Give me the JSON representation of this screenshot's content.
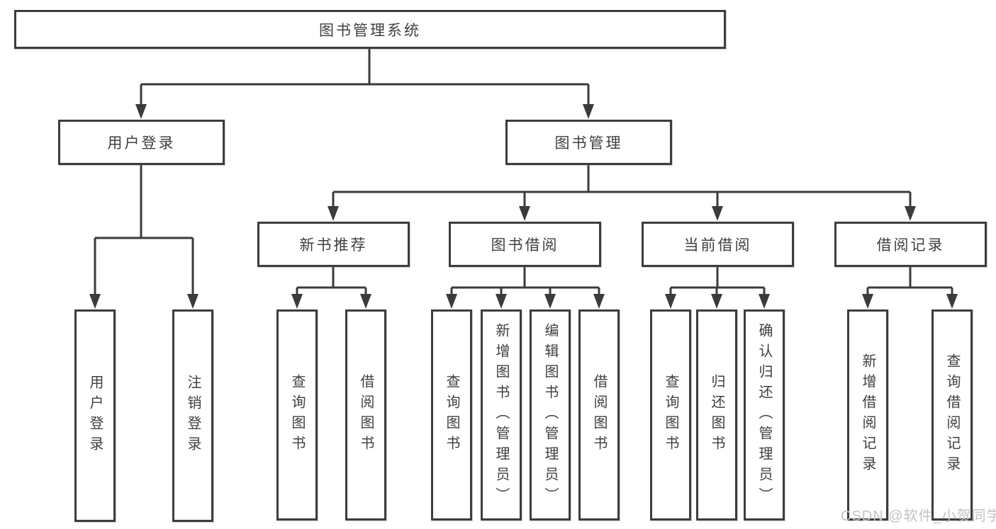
{
  "diagram": {
    "root": {
      "label": "图书管理系统",
      "children": [
        {
          "label": "用户登录",
          "children": [
            {
              "label": "用户登录"
            },
            {
              "label": "注销登录"
            }
          ]
        },
        {
          "label": "图书管理",
          "children": [
            {
              "label": "新书推荐",
              "children": [
                {
                  "label": "查询图书"
                },
                {
                  "label": "借阅图书"
                }
              ]
            },
            {
              "label": "图书借阅",
              "children": [
                {
                  "label": "查询图书"
                },
                {
                  "label": "新增图书（管理员）"
                },
                {
                  "label": "编辑图书（管理员）"
                },
                {
                  "label": "借阅图书"
                }
              ]
            },
            {
              "label": "当前借阅",
              "children": [
                {
                  "label": "查询图书"
                },
                {
                  "label": "归还图书"
                },
                {
                  "label": "确认归还（管理员）"
                }
              ]
            },
            {
              "label": "借阅记录",
              "children": [
                {
                  "label": "新增借阅记录"
                },
                {
                  "label": "查询借阅记录"
                }
              ]
            }
          ]
        }
      ]
    },
    "watermark": "CSDN @软件_小贺同学",
    "colors": {
      "line": "#3b3b3b",
      "box_border": "#3d3d3d",
      "box_fill": "#ffffff",
      "text": "#3f3f3f",
      "watermark": "#c6c2c2"
    }
  }
}
